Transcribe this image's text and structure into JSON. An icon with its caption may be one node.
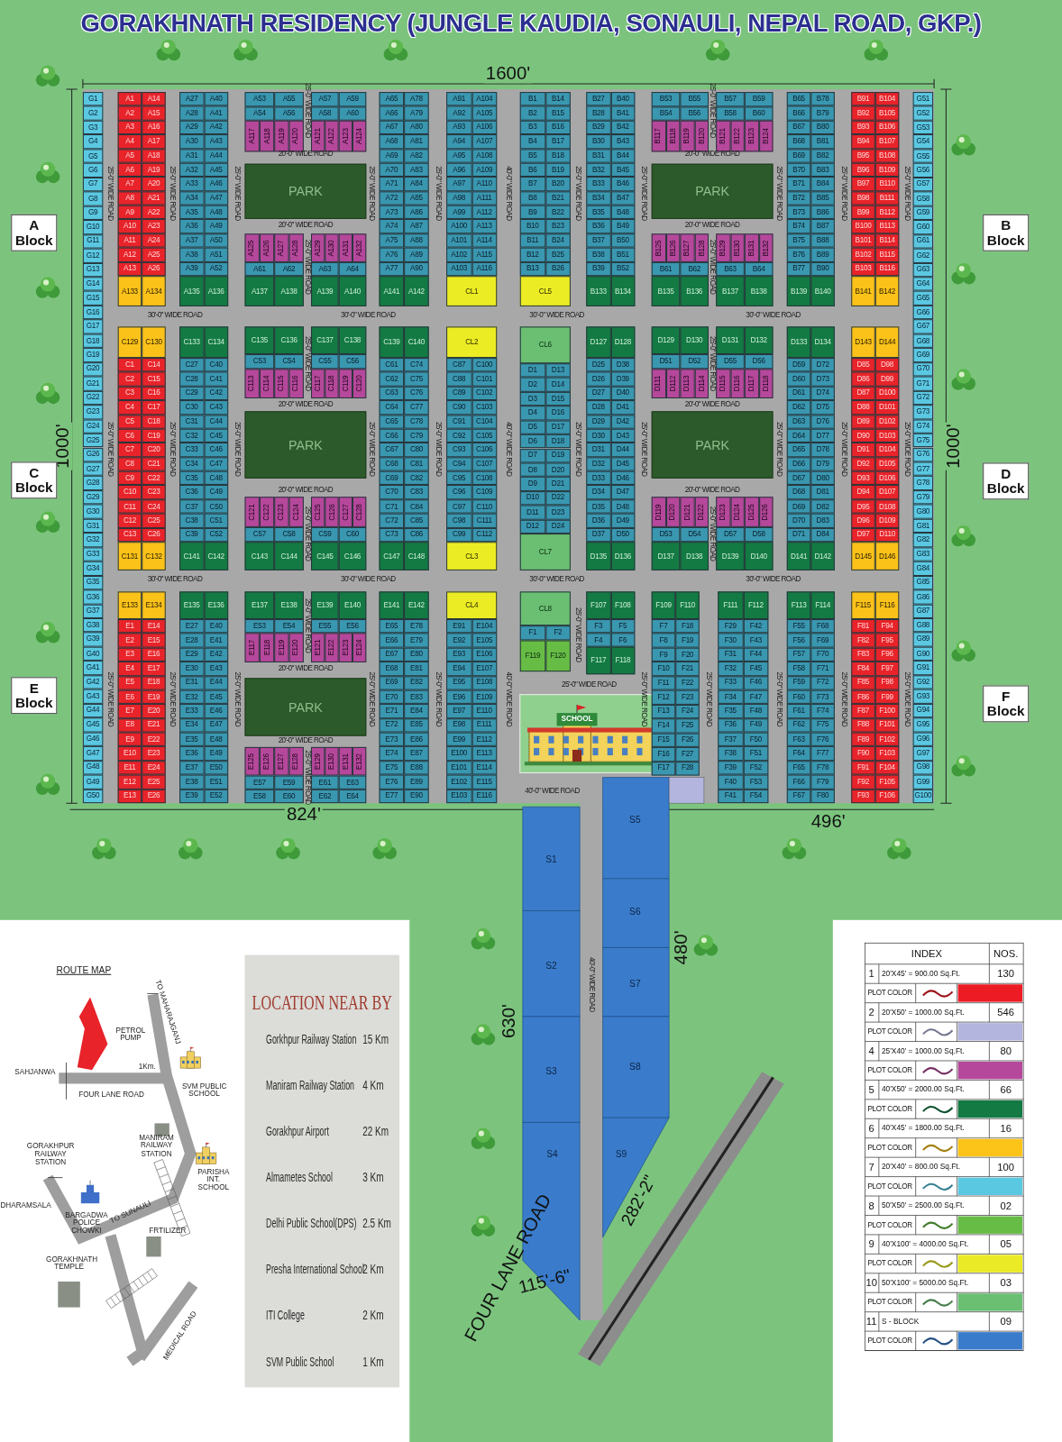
{
  "diagram": {
    "title": "GORAKHNATH RESIDENCY (JUNGLE KAUDIA, SONAULI, NEPAL ROAD, GKP.)",
    "nodes": [
      {
        "text": [
          "A Block"
        ]
      },
      {
        "text": [
          "B Block"
        ]
      },
      {
        "text": [
          "C Block"
        ]
      },
      {
        "text": [
          "D Block"
        ]
      },
      {
        "text": [
          "E Block"
        ]
      },
      {
        "text": [
          "F Block"
        ]
      }
    ],
    "labels": [
      "G1",
      "G2",
      "G3",
      "G4",
      "G5",
      "G6",
      "G7",
      "G8",
      "G9",
      "G10",
      "G11",
      "G12",
      "G13",
      "G14",
      "G15",
      "G16",
      "G17",
      "G18",
      "G19",
      "G20",
      "G21",
      "G22",
      "G23",
      "G24",
      "G25",
      "G26",
      "G27",
      "G28",
      "G29",
      "G30",
      "G31",
      "G32",
      "G33",
      "G34",
      "G35",
      "G36",
      "G37",
      "G38",
      "G39",
      "G40",
      "G41",
      "G42",
      "G43",
      "G44",
      "G45",
      "G46",
      "G47",
      "G48",
      "G49",
      "G50",
      "G51",
      "G52",
      "G53",
      "G54",
      "G55",
      "G56",
      "G57",
      "G58",
      "G59",
      "G60",
      "G61",
      "G62",
      "G63",
      "G64",
      "G65",
      "G66",
      "G67",
      "G68",
      "G69",
      "G70",
      "G71",
      "G72",
      "G73",
      "G74",
      "G75",
      "G76",
      "G77",
      "G78",
      "G79",
      "G80",
      "G81",
      "G82",
      "G83",
      "G84",
      "G85",
      "G86",
      "G87",
      "G88",
      "G89",
      "G90",
      "G91",
      "G92",
      "G93",
      "G94",
      "G95",
      "G96",
      "G97",
      "G98",
      "G99",
      "G100",
      "A1",
      "A14",
      "A2",
      "A15",
      "A3",
      "A16",
      "A4",
      "A17",
      "A5",
      "A18",
      "A6",
      "A19",
      "A7",
      "A20",
      "A8",
      "A21",
      "A9",
      "A22",
      "A10",
      "A23",
      "A11",
      "A24",
      "A12",
      "A25",
      "A13",
      "A26",
      "A133",
      "A134",
      "A27",
      "A40",
      "A28",
      "A41",
      "A29",
      "A42",
      "A30",
      "A43",
      "A31",
      "A44",
      "A32",
      "A45",
      "A33",
      "A46",
      "A34",
      "A47",
      "A35",
      "A48",
      "A36",
      "A49",
      "A37",
      "A50",
      "A38",
      "A51",
      "A39",
      "A52",
      "A135",
      "A136",
      "A53",
      "A55",
      "A54",
      "A56",
      "A117",
      "A118",
      "A119",
      "A120",
      "A57",
      "A59",
      "A58",
      "A60",
      "A121",
      "A122",
      "A123",
      "A124",
      "A125",
      "A126",
      "A127",
      "A128",
      "A61",
      "A62",
      "A137",
      "A138",
      "A129",
      "A130",
      "A131",
      "A132",
      "A63",
      "A64",
      "A139",
      "A140",
      "A65",
      "A78",
      "A66",
      "A79",
      "A67",
      "A80",
      "A68",
      "A81",
      "A69",
      "A82",
      "A70",
      "A83",
      "A71",
      "A84",
      "A72",
      "A85",
      "A73",
      "A86",
      "A74",
      "A87",
      "A75",
      "A88",
      "A76",
      "A89",
      "A77",
      "A90",
      "A141",
      "A142",
      "A91",
      "A104",
      "A92",
      "A105",
      "A93",
      "A106",
      "A94",
      "A107",
      "A95",
      "A108",
      "A96",
      "A109",
      "A97",
      "A110",
      "A98",
      "A111",
      "A99",
      "A112",
      "A100",
      "A113",
      "A101",
      "A114",
      "A102",
      "A115",
      "A103",
      "A116",
      "CL1",
      "B1",
      "B14",
      "B2",
      "B15",
      "B3",
      "B16",
      "B4",
      "B17",
      "B5",
      "B18",
      "B6",
      "B19",
      "B7",
      "B20",
      "B8",
      "B21",
      "B9",
      "B22",
      "B10",
      "B23",
      "B11",
      "B24",
      "B12",
      "B25",
      "B13",
      "B26",
      "CL5",
      "B27",
      "B40",
      "B28",
      "B41",
      "B29",
      "B42",
      "B30",
      "B43",
      "B31",
      "B44",
      "B32",
      "B45",
      "B33",
      "B46",
      "B34",
      "B47",
      "B35",
      "B48",
      "B36",
      "B49",
      "B37",
      "B50",
      "B38",
      "B51",
      "B39",
      "B52",
      "B133",
      "B134",
      "B53",
      "B55",
      "B54",
      "B56",
      "B117",
      "B118",
      "B119",
      "B120",
      "B57",
      "B59",
      "B58",
      "B60",
      "B121",
      "B122",
      "B123",
      "B124",
      "B125",
      "B126",
      "B127",
      "B128",
      "B61",
      "B62",
      "B135",
      "B136",
      "B129",
      "B130",
      "B131",
      "B132",
      "B63",
      "B64",
      "B137",
      "B138",
      "B65",
      "B78",
      "B66",
      "B79",
      "B67",
      "B80",
      "B68",
      "B81",
      "B69",
      "B82",
      "B70",
      "B83",
      "B71",
      "B84",
      "B72",
      "B85",
      "B73",
      "B86",
      "B74",
      "B87",
      "B75",
      "B88",
      "B76",
      "B89",
      "B77",
      "B90",
      "B139",
      "B140",
      "B91",
      "B104",
      "B92",
      "B105",
      "B93",
      "B106",
      "B94",
      "B107",
      "B95",
      "B108",
      "B96",
      "B109",
      "B97",
      "B110",
      "B98",
      "B111",
      "B99",
      "B112",
      "B100",
      "B113",
      "B101",
      "B114",
      "B102",
      "B115",
      "B103",
      "B116",
      "B141",
      "B142",
      "C129",
      "C130",
      "C1",
      "C14",
      "C2",
      "C15",
      "C3",
      "C16",
      "C4",
      "C17",
      "C5",
      "C18",
      "C6",
      "C19",
      "C7",
      "C20",
      "C8",
      "C21",
      "C9",
      "C22",
      "C10",
      "C23",
      "C11",
      "C24",
      "C12",
      "C25",
      "C13",
      "C26",
      "C131",
      "C132",
      "C133",
      "C134",
      "C27",
      "C40",
      "C28",
      "C41",
      "C29",
      "C42",
      "C30",
      "C43",
      "C31",
      "C44",
      "C32",
      "C45",
      "C33",
      "C46",
      "C34",
      "C47",
      "C35",
      "C48",
      "C36",
      "C49",
      "C37",
      "C50",
      "C38",
      "C51",
      "C39",
      "C52",
      "C141",
      "C142",
      "C135",
      "C136",
      "C53",
      "C54",
      "C113",
      "C114",
      "C115",
      "C116",
      "C137",
      "C138",
      "C55",
      "C56",
      "C117",
      "C118",
      "C119",
      "C120",
      "C121",
      "C122",
      "C123",
      "C124",
      "C57",
      "C58",
      "C143",
      "C144",
      "C125",
      "C126",
      "C127",
      "C128",
      "C59",
      "C60",
      "C145",
      "C146",
      "C139",
      "C140",
      "C61",
      "C74",
      "C62",
      "C75",
      "C63",
      "C76",
      "C64",
      "C77",
      "C65",
      "C78",
      "C66",
      "C79",
      "C67",
      "C80",
      "C68",
      "C81",
      "C69",
      "C82",
      "C70",
      "C83",
      "C71",
      "C84",
      "C72",
      "C85",
      "C73",
      "C86",
      "C147",
      "C148",
      "CL2",
      "C87",
      "C100",
      "C88",
      "C101",
      "C89",
      "C102",
      "C90",
      "C103",
      "C91",
      "C104",
      "C92",
      "C105",
      "C93",
      "C106",
      "C94",
      "C107",
      "C95",
      "C108",
      "C96",
      "C109",
      "C97",
      "C110",
      "C98",
      "C111",
      "C99",
      "C112",
      "CL3",
      "CL6",
      "D1",
      "D13",
      "D2",
      "D14",
      "D3",
      "D15",
      "D4",
      "D16",
      "D5",
      "D17",
      "D6",
      "D18",
      "D7",
      "D19",
      "D8",
      "D20",
      "D9",
      "D21",
      "D10",
      "D22",
      "D11",
      "D23",
      "D12",
      "D24",
      "CL7",
      "D127",
      "D128",
      "D25",
      "D38",
      "D26",
      "D39",
      "D27",
      "D40",
      "D28",
      "D41",
      "D29",
      "D42",
      "D30",
      "D43",
      "D31",
      "D44",
      "D32",
      "D45",
      "D33",
      "D46",
      "D34",
      "D47",
      "D35",
      "D48",
      "D36",
      "D49",
      "D37",
      "D50",
      "D135",
      "D136",
      "D129",
      "D130",
      "D51",
      "D52",
      "D111",
      "D112",
      "D113",
      "D114",
      "D131",
      "D132",
      "D55",
      "D56",
      "D115",
      "D116",
      "D117",
      "D118",
      "D119",
      "D120",
      "D121",
      "D122",
      "D53",
      "D54",
      "D137",
      "D138",
      "D123",
      "D124",
      "D125",
      "D126",
      "D57",
      "D58",
      "D139",
      "D140",
      "D133",
      "D134",
      "D59",
      "D72",
      "D60",
      "D73",
      "D61",
      "D74",
      "D62",
      "D75",
      "D63",
      "D76",
      "D64",
      "D77",
      "D65",
      "D78",
      "D66",
      "D79",
      "D67",
      "D80",
      "D68",
      "D81",
      "D69",
      "D82",
      "D70",
      "D83",
      "D71",
      "D84",
      "D141",
      "D142",
      "D143",
      "D144",
      "D85",
      "D98",
      "D86",
      "D99",
      "D87",
      "D100",
      "D88",
      "D101",
      "D89",
      "D102",
      "D90",
      "D103",
      "D91",
      "D104",
      "D92",
      "D105",
      "D93",
      "D106",
      "D94",
      "D107",
      "D95",
      "D108",
      "D96",
      "D109",
      "D97",
      "D110",
      "D145",
      "D146",
      "E133",
      "E134",
      "E1",
      "E14",
      "E2",
      "E15",
      "E3",
      "E16",
      "E4",
      "E17",
      "E5",
      "E18",
      "E6",
      "E19",
      "E7",
      "E20",
      "E8",
      "E21",
      "E9",
      "E22",
      "E10",
      "E23",
      "E11",
      "E24",
      "E12",
      "E25",
      "E13",
      "E26",
      "E135",
      "E136",
      "E27",
      "E40",
      "E28",
      "E41",
      "E29",
      "E42",
      "E30",
      "E43",
      "E31",
      "E44",
      "E32",
      "E45",
      "E33",
      "E46",
      "E34",
      "E47",
      "E35",
      "E48",
      "E36",
      "E49",
      "E37",
      "E50",
      "E38",
      "E51",
      "E39",
      "E52",
      "E137",
      "E138",
      "E53",
      "E54",
      "E117",
      "E118",
      "E119",
      "E120",
      "E139",
      "E140",
      "E55",
      "E56",
      "E121",
      "E122",
      "E123",
      "E124",
      "E125",
      "E126",
      "E127",
      "E128",
      "E57",
      "E59",
      "E58",
      "E60",
      "E129",
      "E130",
      "E131",
      "E132",
      "E61",
      "E63",
      "E62",
      "E64",
      "E141",
      "E142",
      "E65",
      "E78",
      "E66",
      "E79",
      "E67",
      "E80",
      "E68",
      "E81",
      "E69",
      "E82",
      "E70",
      "E83",
      "E71",
      "E84",
      "E72",
      "E85",
      "E73",
      "E86",
      "E74",
      "E87",
      "E75",
      "E88",
      "E76",
      "E89",
      "E77",
      "E90",
      "CL4",
      "E91",
      "E104",
      "E92",
      "E105",
      "E93",
      "E106",
      "E94",
      "E107",
      "E95",
      "E108",
      "E96",
      "E109",
      "E97",
      "E110",
      "E98",
      "E111",
      "E99",
      "E112",
      "E100",
      "E113",
      "E101",
      "E114",
      "E102",
      "E115",
      "E103",
      "E116",
      "CL8",
      "F1",
      "F2",
      "F119",
      "F120",
      "F107",
      "F108",
      "F3",
      "F5",
      "F4",
      "F6",
      "F117",
      "F118",
      "F109",
      "F110",
      "F7",
      "F18",
      "F8",
      "F19",
      "F9",
      "F20",
      "F10",
      "F21",
      "F11",
      "F22",
      "F12",
      "F23",
      "F13",
      "F24",
      "F14",
      "F25",
      "F15",
      "F26",
      "F16",
      "F27",
      "F17",
      "F28",
      "F111",
      "F112",
      "F29",
      "F42",
      "F30",
      "F43",
      "F31",
      "F44",
      "F32",
      "F45",
      "F33",
      "F46",
      "F34",
      "F47",
      "F35",
      "F48",
      "F36",
      "F49",
      "F37",
      "F50",
      "F38",
      "F51",
      "F39",
      "F52",
      "F40",
      "F53",
      "F41",
      "F54",
      "F113",
      "F114",
      "F55",
      "F68",
      "F56",
      "F69",
      "F57",
      "F70",
      "F58",
      "F71",
      "F59",
      "F72",
      "F60",
      "F73",
      "F61",
      "F74",
      "F62",
      "F75",
      "F63",
      "F76",
      "F64",
      "F77",
      "F65",
      "F78",
      "F66",
      "F79",
      "F67",
      "F80",
      "F115",
      "F116",
      "F81",
      "F94",
      "F82",
      "F95",
      "F83",
      "F96",
      "F84",
      "F97",
      "F85",
      "F98",
      "F86",
      "F99",
      "F87",
      "F100",
      "F88",
      "F101",
      "F89",
      "F102",
      "F90",
      "F103",
      "F91",
      "F104",
      "F92",
      "F105",
      "F93",
      "F106",
      "PARK",
      "PARK",
      "PARK",
      "PARK",
      "PARK",
      "SCHOOL",
      "30'-0\" WIDE ROAD",
      "30'-0\" WIDE ROAD",
      "30'-0\" WIDE ROAD",
      "30'-0\" WIDE ROAD",
      "30'-0\" WIDE ROAD",
      "30'-0\" WIDE ROAD",
      "30'-0\" WIDE ROAD",
      "30'-0\" WIDE ROAD",
      "20'-0\" WIDE ROAD",
      "20'-0\" WIDE ROAD",
      "20'-0\" WIDE ROAD",
      "20'-0\" WIDE ROAD",
      "20'-0\" WIDE ROAD",
      "20'-0\" WIDE ROAD",
      "20'-0\" WIDE ROAD",
      "20'-0\" WIDE ROAD",
      "20'-0\" WIDE ROAD",
      "20'-0\" WIDE ROAD",
      "25'-0\" WIDE ROAD",
      "40'-0\" WIDE ROAD",
      "25'-0\" WIDE ROAD",
      "25'-0\" WIDE ROAD",
      "25'-0\" WIDE ROAD",
      "25'-0\" WIDE ROAD",
      "25'-0\" WIDE ROAD",
      "25'-0\" WIDE ROAD",
      "25'-0\" WIDE ROAD",
      "25'-0\" WIDE ROAD",
      "25'-0\" WIDE ROAD",
      "25'-0\" WIDE ROAD",
      "25'-0\" WIDE ROAD",
      "25'-0\" WIDE ROAD",
      "25'-0\" WIDE ROAD",
      "25'-0\" WIDE ROAD",
      "40'-0\" WIDE ROAD",
      "25'-0\" WIDE ROAD",
      "25'-0\" WIDE ROAD",
      "25'-0\" WIDE ROAD",
      "25'-0\" WIDE ROAD",
      "25'-0\" WIDE ROAD",
      "25'-0\" WIDE ROAD",
      "25'-0\" WIDE ROAD",
      "25'-0\" WIDE ROAD",
      "25'-0\" WIDE ROAD",
      "25'-0\" WIDE ROAD",
      "25'-0\" WIDE ROAD",
      "25'-0\" WIDE ROAD",
      "25'-0\" WIDE ROAD",
      "25'-0\" WIDE ROAD",
      "40'-0\" WIDE ROAD",
      "25'-0\" WIDE ROAD",
      "25'-0\" WIDE ROAD",
      "25'-0\" WIDE ROAD",
      "25'-0\" WIDE ROAD",
      "25'-0\" WIDE ROAD",
      "25'-0\" WIDE ROAD",
      "25'-0\" WIDE ROAD",
      "25'-0\" WIDE ROAD",
      "25'-0\" WIDE ROAD",
      "25'-0\" WIDE ROAD",
      "25'-0\" WIDE ROAD",
      "25'-0\" WIDE ROAD",
      "25'-0\" WIDE ROAD",
      "40'-0\" WIDE ROAD",
      "40'-0\" WIDE ROAD",
      "S1",
      "S2",
      "S3",
      "S4",
      "S5",
      "S6",
      "S7",
      "S8",
      "S9",
      "1600'",
      "1000'",
      "1000'",
      "824'",
      "496'",
      "630'",
      "480'",
      "282'-2\"",
      "115'-6\"",
      "FOUR LANE ROAD",
      "ROUTE MAP",
      "TO MAHARAJGANJ",
      "PETROL PUMP",
      "1Km.",
      "SAHJANWA",
      "FOUR LANE ROAD",
      "SVM PUBLIC SCHOOL",
      "GORAKHPUR RAILWAY STATION",
      "MANIRAM RAILWAY STATION",
      "PARISHA INT. SCHOOL",
      "DHARAMSALA",
      "BARGADWA POLICE CHOWKI",
      "TO SUNAULI",
      "FRTILIZER",
      "GORAKHNATH TEMPLE",
      "MEDICAL ROAD",
      "LOCATION NEAR BY",
      "Gorkhpur Railway Station",
      "15 Km",
      "Maniram Railway Station",
      "4 Km",
      "Gorakhpur Airport",
      "22 Km",
      "Almametes School",
      "3 Km",
      "Delhi Public School(DPS)",
      "2.5 Km",
      "Presha International School",
      "2 Km",
      "ITI College",
      "2 Km",
      "SVM Public School",
      "1 Km",
      "INDEX",
      "NOS.",
      "1",
      "130",
      "PLOT COLOR",
      "2",
      "546",
      "PLOT COLOR",
      "4",
      "80",
      "PLOT COLOR",
      "5",
      "66",
      "PLOT COLOR",
      "6",
      "16",
      "PLOT COLOR",
      "7",
      "100",
      "PLOT COLOR",
      "8",
      "02",
      "PLOT COLOR",
      "9",
      "05",
      "PLOT COLOR",
      "10",
      "03",
      "PLOT COLOR",
      "11",
      "09",
      "PLOT COLOR"
    ],
    "legend": [
      {
        "text": "20'X45' = 900.00 Sq.Ft.",
        "color": "#ed1c24"
      },
      {
        "text": "20'X50' = 1000.00 Sq.Ft.",
        "color": "#b3b5de"
      },
      {
        "text": "25'X40' = 1000.00 Sq.Ft.",
        "color": "#b5489b"
      },
      {
        "text": "40'X50' = 2000.00 Sq.Ft.",
        "color": "#137a43"
      },
      {
        "text": "40'X45' = 1800.00 Sq.Ft.",
        "color": "#fcc419"
      },
      {
        "text": "20'X40' = 800.00 Sq.Ft.",
        "color": "#5bc8e2"
      },
      {
        "text": "50'X50' = 2500.00 Sq.Ft.",
        "color": "#67bc45"
      },
      {
        "text": "40'X100' = 4000.00 Sq.Ft.",
        "color": "#eaea26"
      },
      {
        "text": "50'X100' = 5000.00 Sq.Ft.",
        "color": "#6abf72"
      },
      {
        "text": "S - BLOCK",
        "color": "#3a7ccb"
      }
    ]
  }
}
